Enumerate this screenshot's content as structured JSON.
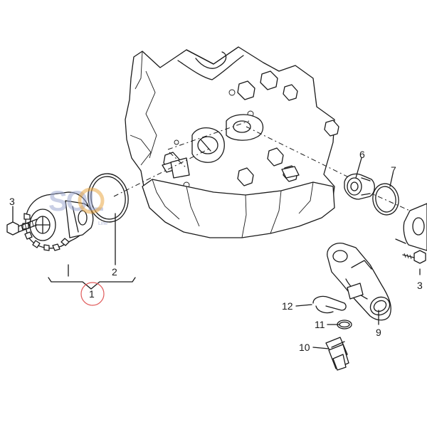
{
  "callouts": [
    "1",
    "2",
    "3",
    "3",
    "6",
    "7",
    "9",
    "10",
    "11",
    "12"
  ],
  "watermark": {
    "text": "SOL",
    "subtext": "Line"
  },
  "colors": {
    "line": "#1a1a1a",
    "highlight": "#e05a5a",
    "watermark": "#9da7cf",
    "watermark_accent": "#e9a845"
  }
}
